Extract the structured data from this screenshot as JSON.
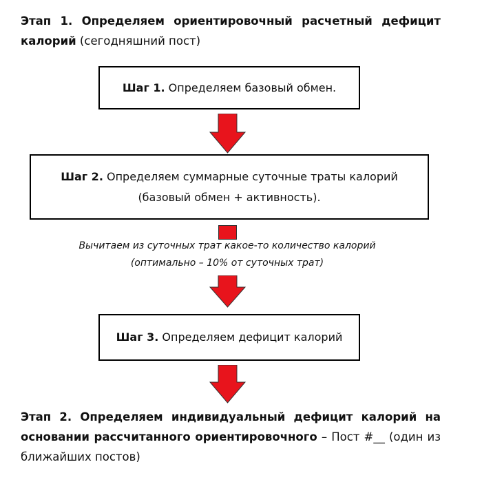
{
  "stage1": {
    "bold": "Этап 1. Определяем ориентировочный расчетный дефицит калорий",
    "rest": " (сегодняшний пост)"
  },
  "step1": {
    "bold": "Шаг 1.",
    "text": " Определяем базовый обмен."
  },
  "step2": {
    "bold": "Шаг 2.",
    "text": " Определяем суммарные суточные траты калорий",
    "line2": "(базовый обмен + активность)."
  },
  "note": {
    "line1": "Вычитаем из суточных трат какое-то количество калорий",
    "line2": "(оптимально – 10% от суточных трат)"
  },
  "step3": {
    "bold": "Шаг 3.",
    "text": " Определяем дефицит калорий"
  },
  "stage2": {
    "bold": "Этап 2. Определяем индивидуальный дефицит калорий на основании рассчитанного ориентировочного",
    "rest": " – Пост #__ (один из ближайших постов)"
  },
  "colors": {
    "arrow": "#e8141c"
  }
}
